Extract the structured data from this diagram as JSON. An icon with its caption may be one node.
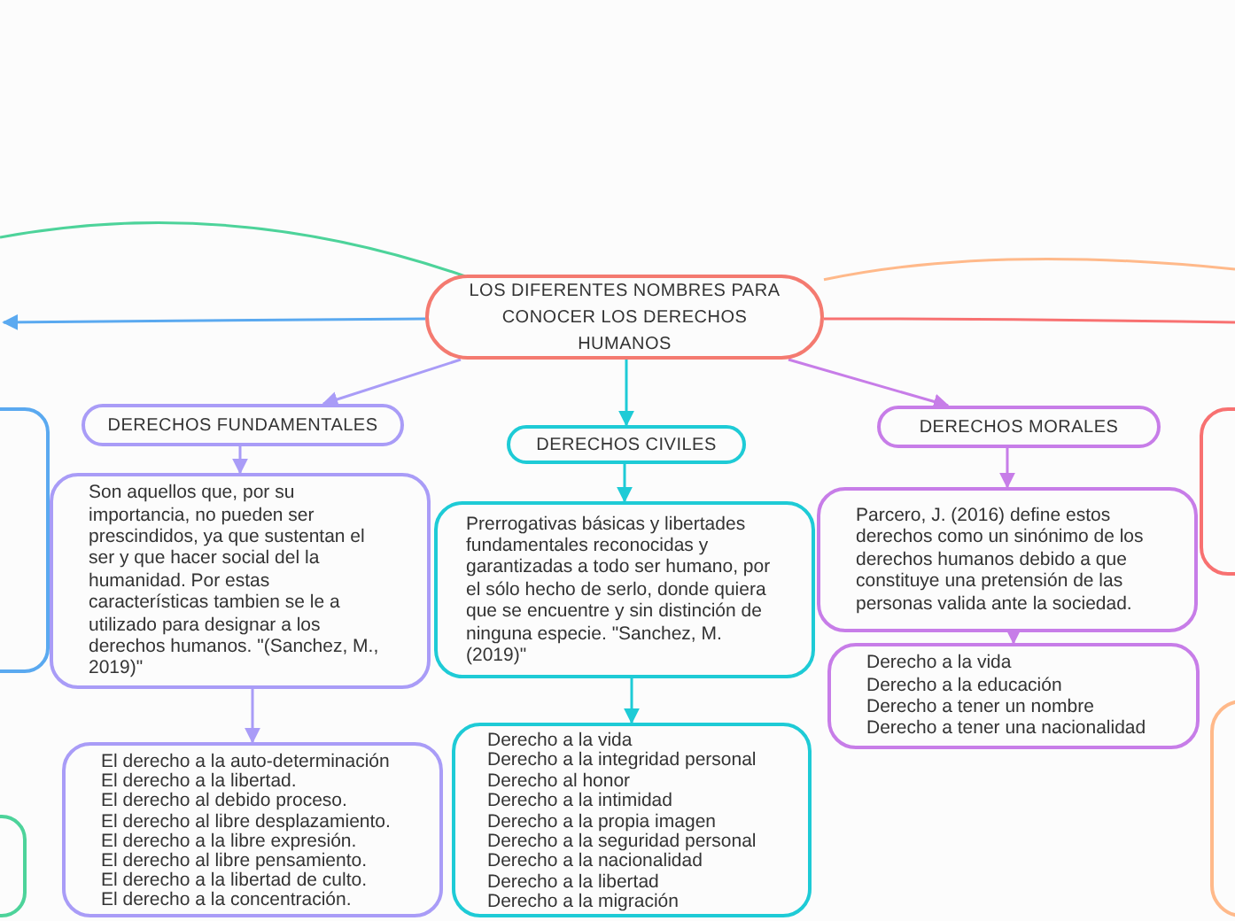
{
  "diagram": {
    "nodes": [
      {
        "text": [
          "LOS DIFERENTES NOMBRES PARA CONOCER LOS DERECHOS HUMANOS"
        ]
      },
      {
        "text": [
          "DERECHOS FUNDAMENTALES"
        ]
      },
      {
        "text": [
          "Son aquellos que, por su importancia, no pueden ser prescindidos, ya que sustentan el ser y que hacer social del la humanidad. Por estas características tambien se le a utilizado para designar a los derechos humanos. \"(Sanchez, M., 2019)\""
        ]
      },
      {
        "text": [
          "El derecho a la auto-determinación",
          "El derecho a la libertad.",
          "El derecho al debido proceso.",
          "El derecho al libre desplazamiento.",
          "El derecho a la libre expresión.",
          "El derecho al libre pensamiento.",
          "El derecho a la libertad de culto.",
          "El derecho a la concentración."
        ]
      },
      {
        "text": [
          "DERECHOS CIVILES"
        ]
      },
      {
        "text": [
          "Prerrogativas básicas y libertades fundamentales reconocidas y garantizadas a todo ser humano, por el sólo hecho de serlo, donde quiera que se encuentre y sin distinción de ninguna especie. \"Sanchez, M. (2019)\""
        ]
      },
      {
        "text": [
          "Derecho a la vida",
          "Derecho a la integridad personal",
          "Derecho al honor",
          "Derecho a la intimidad",
          "Derecho a la propia imagen",
          "Derecho a la seguridad personal",
          "Derecho a la nacionalidad",
          "Derecho a la libertad",
          "Derecho a la migración"
        ]
      },
      {
        "text": [
          "DERECHOS MORALES"
        ]
      },
      {
        "text": [
          "Parcero, J. (2016) define estos derechos como un sinónimo de los derechos humanos debido a que constituye una pretensión de las personas valida ante la sociedad."
        ]
      },
      {
        "text": [
          "Derecho a la vida",
          "Derecho a la educación",
          "Derecho a tener un nombre",
          "Derecho a tener una nacionalidad"
        ]
      },
      {
        "text": [],
        "shape": "box"
      },
      {
        "text": [],
        "shape": "box"
      },
      {
        "text": [],
        "shape": "box"
      },
      {
        "text": [],
        "shape": "box"
      }
    ],
    "edges": [
      {
        "from": 0,
        "to": 1,
        "arrow": "to",
        "color": "#a99cf7"
      },
      {
        "from": 1,
        "to": 2,
        "arrow": "to",
        "color": "#a99cf7"
      },
      {
        "from": 2,
        "to": 3,
        "arrow": "to",
        "color": "#a99cf7"
      },
      {
        "from": 0,
        "to": 4,
        "arrow": "to",
        "color": "#1ecbd6"
      },
      {
        "from": 4,
        "to": 5,
        "arrow": "to",
        "color": "#1ecbd6"
      },
      {
        "from": 5,
        "to": 6,
        "arrow": "to",
        "color": "#1ecbd6"
      },
      {
        "from": 0,
        "to": 7,
        "arrow": "to",
        "color": "#c77de8"
      },
      {
        "from": 7,
        "to": 8,
        "arrow": "to",
        "color": "#c77de8"
      },
      {
        "from": 8,
        "to": 9,
        "arrow": "to",
        "color": "#c77de8"
      },
      {
        "from": 0,
        "to": null,
        "arrow": "none",
        "color": "#4dd39a"
      },
      {
        "from": 0,
        "to": null,
        "arrow": "to",
        "color": "#5aa9f0"
      },
      {
        "from": 0,
        "to": null,
        "arrow": "none",
        "color": "#ffb98a"
      },
      {
        "from": 0,
        "to": null,
        "arrow": "none",
        "color": "#f87171"
      }
    ]
  }
}
